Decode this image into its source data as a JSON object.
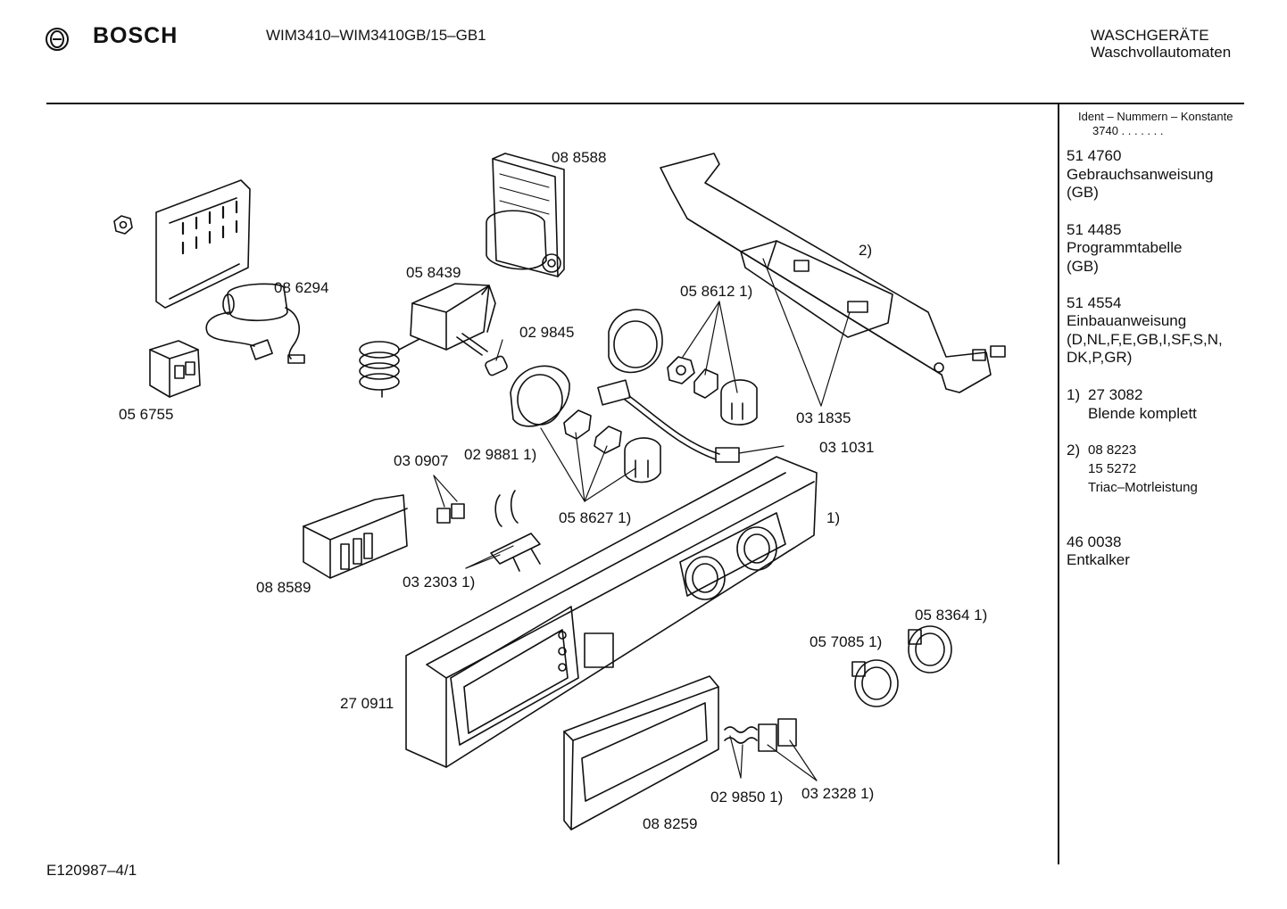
{
  "header": {
    "brand": "BOSCH",
    "model": "WIM3410–WIM3410GB/15–GB1",
    "category_line1": "WASCHGERÄTE",
    "category_line2": "Waschvollautomaten"
  },
  "sidebar": {
    "ident_title": "Ident – Nummern – Konstante",
    "ident_value": "3740 . . .  . . . .",
    "entries": [
      {
        "number": "51 4760",
        "lines": [
          "Gebrauchsanweisung",
          "(GB)"
        ]
      },
      {
        "number": "51 4485",
        "lines": [
          "Programmtabelle",
          "(GB)"
        ]
      },
      {
        "number": "51 4554",
        "lines": [
          "Einbauanweisung",
          "(D,NL,F,E,GB,I,SF,S,N,",
          "DK,P,GR)"
        ]
      }
    ],
    "note1": {
      "marker": "1)",
      "number": "27 3082",
      "text": "Blende komplett"
    },
    "note2": {
      "marker": "2)",
      "lines": [
        "08 8223",
        "15 5272",
        "Triac–Motrleistung"
      ]
    },
    "extra": {
      "number": "46 0038",
      "text": "Entkalker"
    }
  },
  "parts": [
    "08 8588",
    "08 6294",
    "05 8439",
    "02 9845",
    "05 6755",
    "05 8612 1)",
    "2)",
    "03 1835",
    "03 1031",
    "03 0907",
    "02 9881 1)",
    "05 8627 1)",
    "1)",
    "08 8589",
    "03 2303 1)",
    "05 8364 1)",
    "05 7085 1)",
    "27 0911",
    "02 9850 1)",
    "03 2328 1)",
    "08 8259"
  ],
  "footer": {
    "drawing_code": "E120987–4/1"
  }
}
